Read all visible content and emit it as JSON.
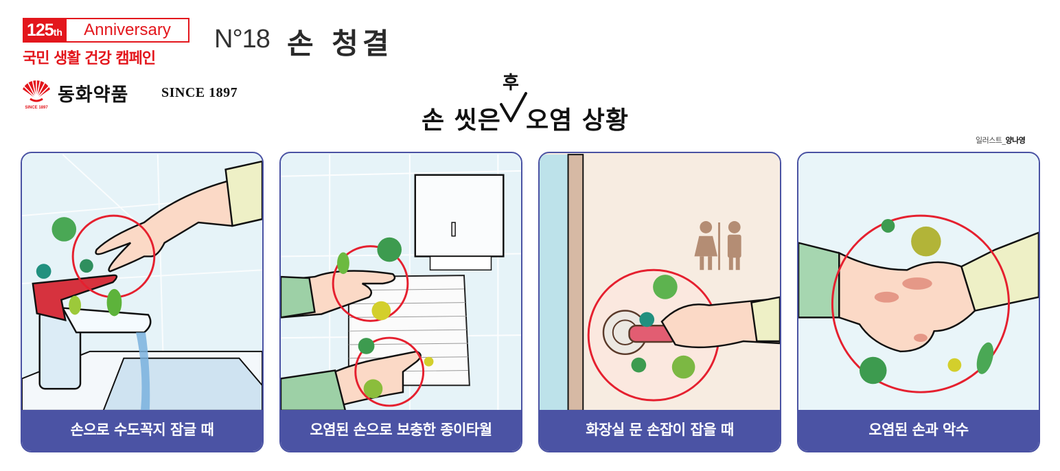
{
  "header": {
    "anniversary": {
      "number": "125",
      "suffix": "th",
      "word": "Anniversary"
    },
    "campaign": "국민 생활 건강 캠페인",
    "brand": {
      "name": "동화약품",
      "since": "SINCE 1897",
      "logo_caption": "SINCE 1897"
    },
    "issue": "N°18",
    "title": "손 청결"
  },
  "subtitle": {
    "left": "손 씻은",
    "insert": "후",
    "right": "오염 상황"
  },
  "credit": {
    "label": "일러스트_",
    "name": "양나영"
  },
  "colors": {
    "brand_red": "#e3161c",
    "panel_border": "#4a52a3",
    "caption_bg": "#4b53a4",
    "highlight_circle": "#e5202f"
  },
  "panels": [
    {
      "caption": "손으로 수도꼭지 잠글 때",
      "scene": "hand-turning-faucet-with-germs"
    },
    {
      "caption": "오염된 손으로 보충한 종이타월",
      "scene": "hands-refilling-paper-towels-with-germs"
    },
    {
      "caption": "화장실 문 손잡이 잡을 때",
      "scene": "hand-on-restroom-door-handle-with-germs"
    },
    {
      "caption": "오염된 손과 악수",
      "scene": "handshake-with-germs"
    }
  ]
}
